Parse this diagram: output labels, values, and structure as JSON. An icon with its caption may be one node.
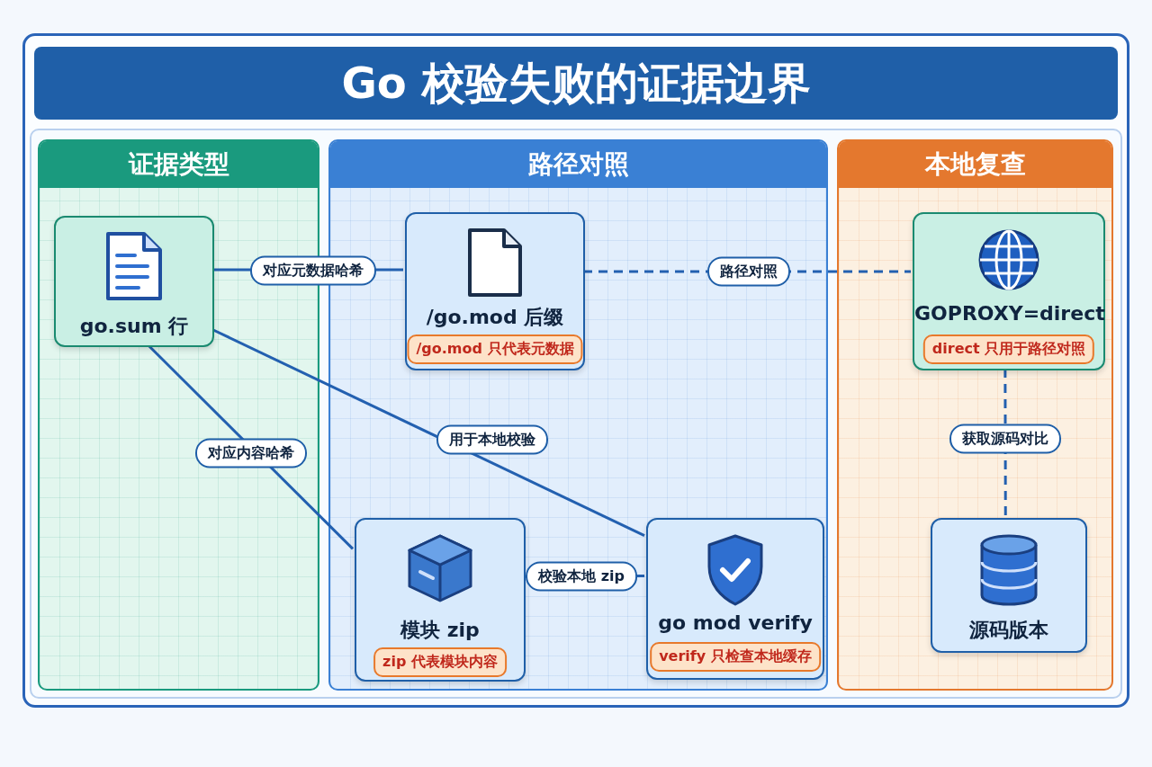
{
  "diagram": {
    "title": "Go 校验失败的证据边界",
    "nodes": [
      {
        "text": [
          "证据类型"
        ]
      },
      {
        "text": [
          "路径对照"
        ]
      },
      {
        "text": [
          "本地复查"
        ]
      },
      {
        "text": [
          "go.sum 行"
        ],
        "in": 0
      },
      {
        "text": [
          "/go.mod 后缀",
          "/go.mod 只代表元数据"
        ],
        "in": 1
      },
      {
        "text": [
          "模块 zip",
          "zip 代表模块内容"
        ],
        "in": 1
      },
      {
        "text": [
          "go mod verify",
          "verify 只检查本地缓存"
        ],
        "in": 1
      },
      {
        "text": [
          "GOPROXY=direct",
          "direct 只用于路径对照"
        ],
        "in": 2
      },
      {
        "text": [
          "源码版本"
        ],
        "in": 2
      }
    ],
    "edges": [
      {
        "from": 3,
        "to": 4,
        "arrow": "none",
        "label": "对应元数据哈希"
      },
      {
        "from": 3,
        "to": 5,
        "arrow": "none",
        "label": "对应内容哈希"
      },
      {
        "from": 3,
        "to": 6,
        "arrow": "none",
        "label": "用于本地校验"
      },
      {
        "from": 5,
        "to": 6,
        "arrow": "none",
        "label": "校验本地 zip"
      },
      {
        "from": 4,
        "to": 7,
        "arrow": "none",
        "label": "路径对照",
        "style": "dashed"
      },
      {
        "from": 7,
        "to": 8,
        "arrow": "none",
        "label": "获取源码对比",
        "style": "dashed"
      }
    ]
  }
}
